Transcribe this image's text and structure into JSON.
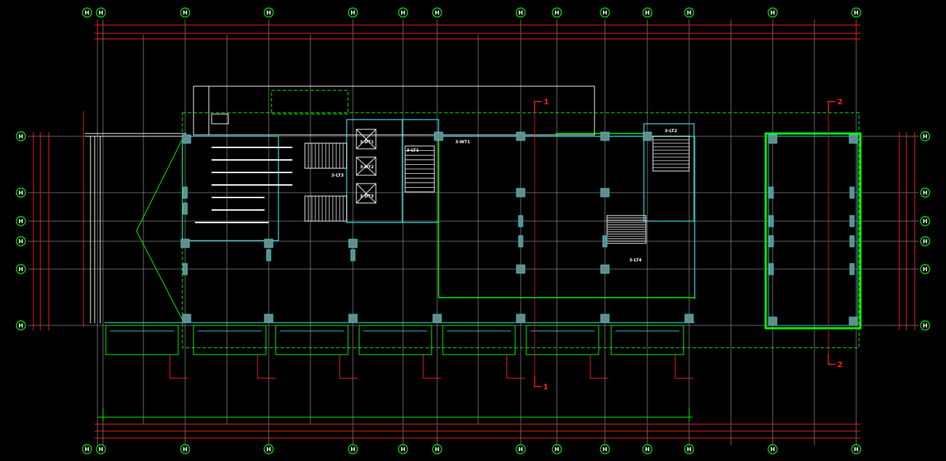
{
  "drawing": {
    "axis_bubble_label": "H",
    "room_labels": {
      "elevator_1": "3-DT1",
      "elevator_2": "3-DT2",
      "elevator_3": "3-DT3",
      "stair_1": "3-LT1",
      "stair_2": "3-LT2",
      "stair_3": "3-LT3",
      "stair_4": "3-LT4",
      "small_room": "3-WT1"
    },
    "section_marks": {
      "section_1": "1",
      "section_2": "2"
    }
  },
  "colors": {
    "background": "#000000",
    "axis_grid": "#8a8a8a",
    "dimension": "#ff2020",
    "annotation": "#00ff00",
    "wall": "#3ac8c8",
    "bubble": "#00e000"
  }
}
